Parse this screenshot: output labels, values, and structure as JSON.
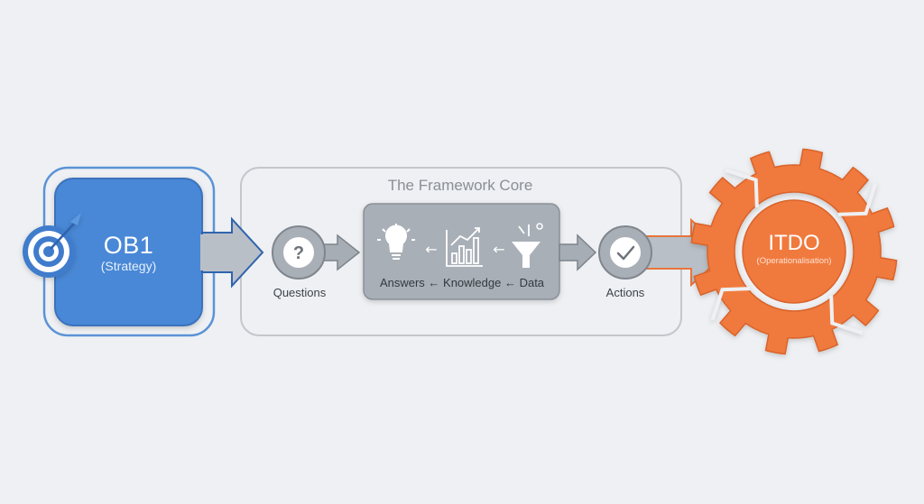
{
  "diagram": {
    "strategy": {
      "title": "OB1",
      "subtitle": "(Strategy)",
      "icon": "target-icon",
      "color": "#4a88d6"
    },
    "core": {
      "title": "The Framework Core",
      "questions": {
        "label": "Questions",
        "icon": "question-mark-icon"
      },
      "pipeline": {
        "chain_label": "Answers ← Knowledge ← Data",
        "steps": [
          {
            "label": "Answers",
            "icon": "lightbulb-icon"
          },
          {
            "label": "Knowledge",
            "icon": "bar-chart-trend-icon"
          },
          {
            "label": "Data",
            "icon": "funnel-icon"
          }
        ]
      },
      "actions": {
        "label": "Actions",
        "icon": "checkmark-icon"
      }
    },
    "operationalisation": {
      "title": "ITDO",
      "subtitle": "(Operationalisation)",
      "icon": "gear-icon",
      "color": "#f07a3e"
    }
  }
}
